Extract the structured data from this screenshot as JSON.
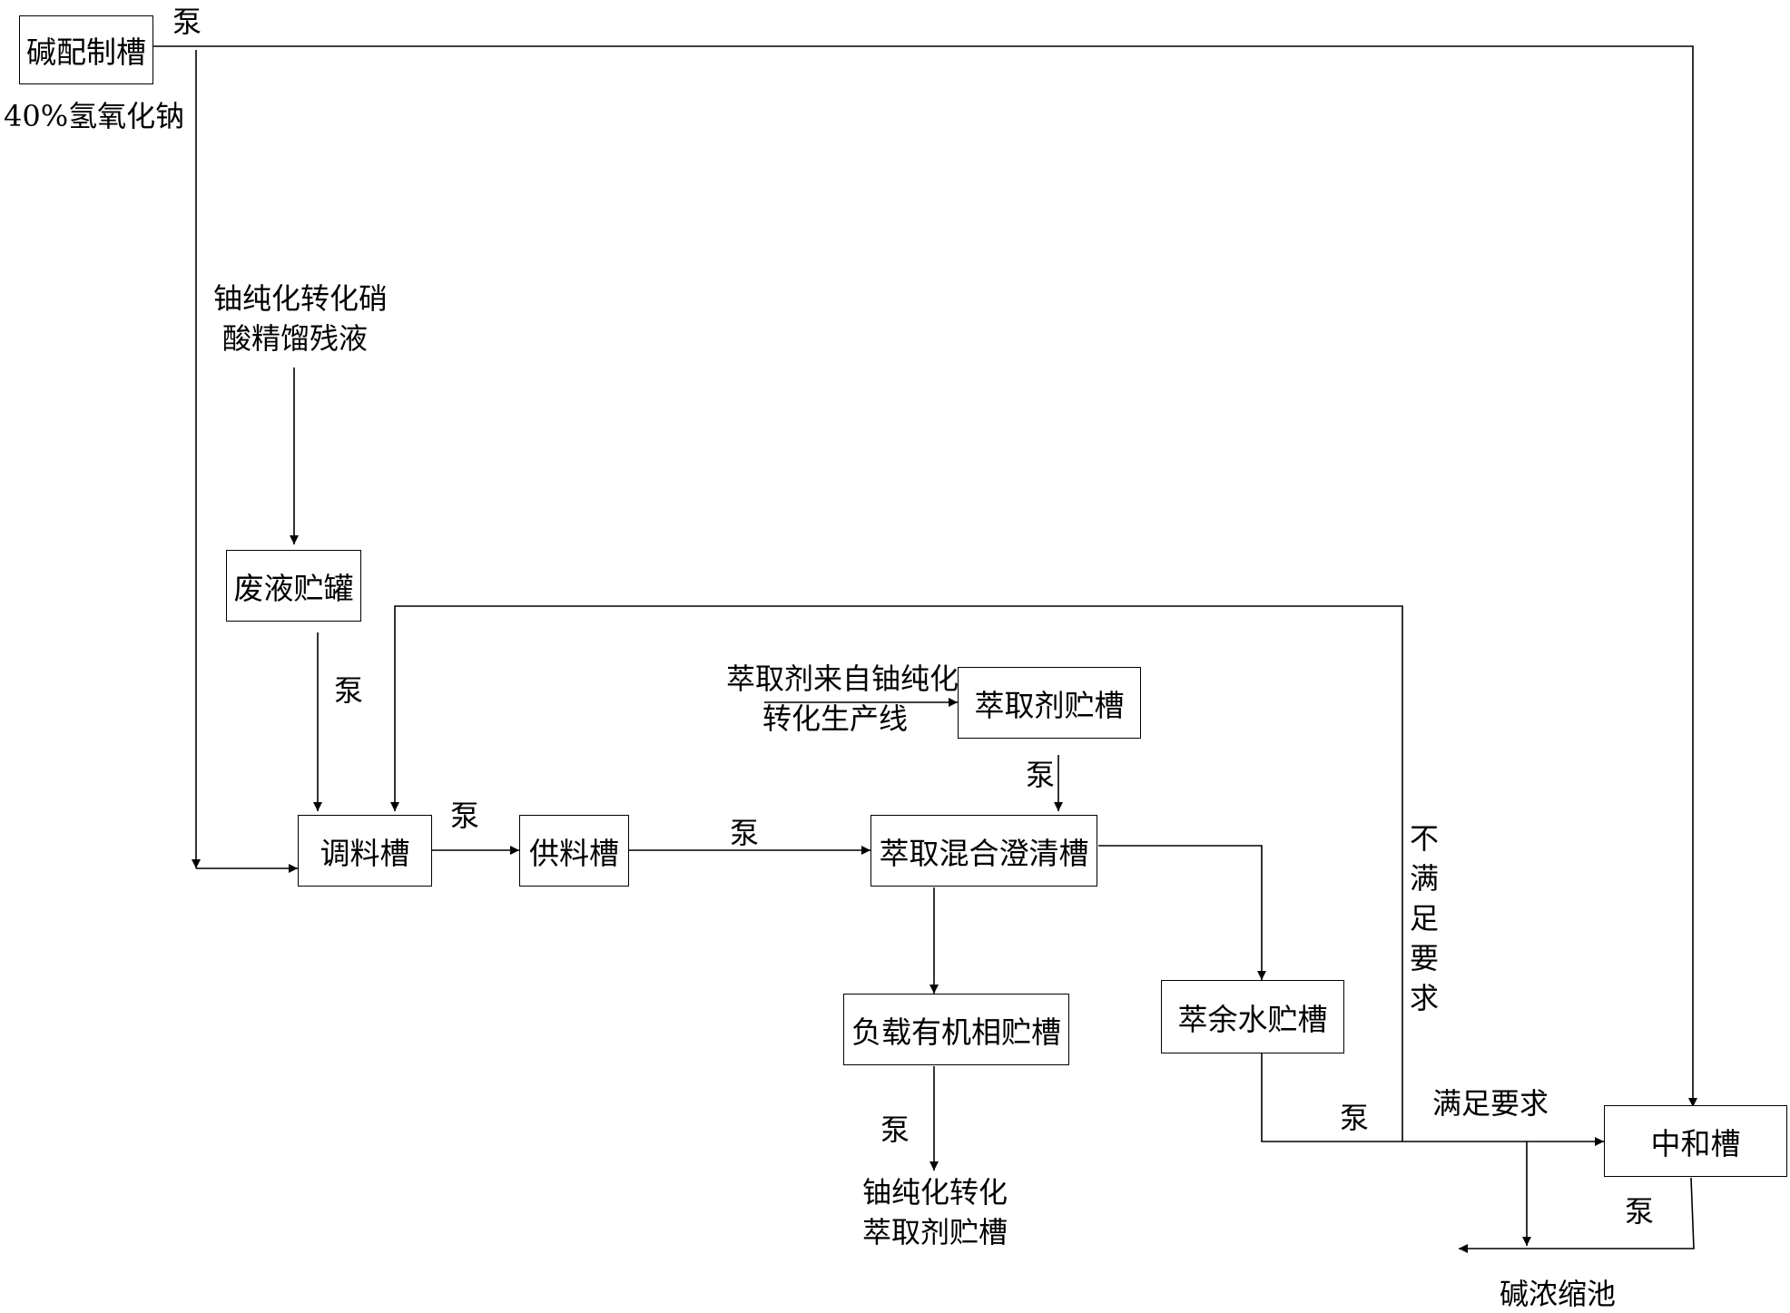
{
  "nodes": {
    "alkali_prep_tank": "碱配制槽",
    "waste_tank": "废液贮罐",
    "blend_tank": "调料槽",
    "feed_tank": "供料槽",
    "extractant_tank": "萃取剂贮槽",
    "mixer_settler": "萃取混合澄清槽",
    "loaded_organic_tank": "负载有机相贮槽",
    "raffinate_tank": "萃余水贮槽",
    "neutralization_tank": "中和槽"
  },
  "labels": {
    "naoh": "40%氢氧化钠",
    "residue": "铀纯化转化硝\n酸精馏残液",
    "extractant_source": "萃取剂来自铀纯化\n转化生产线",
    "uranium_extractant_tank": "铀纯化转化\n萃取剂贮槽",
    "not_meet": [
      "不",
      "满",
      "足",
      "要",
      "求"
    ],
    "meets": "满足要求",
    "concentration_pool": "碱浓缩池",
    "pump": "泵"
  }
}
